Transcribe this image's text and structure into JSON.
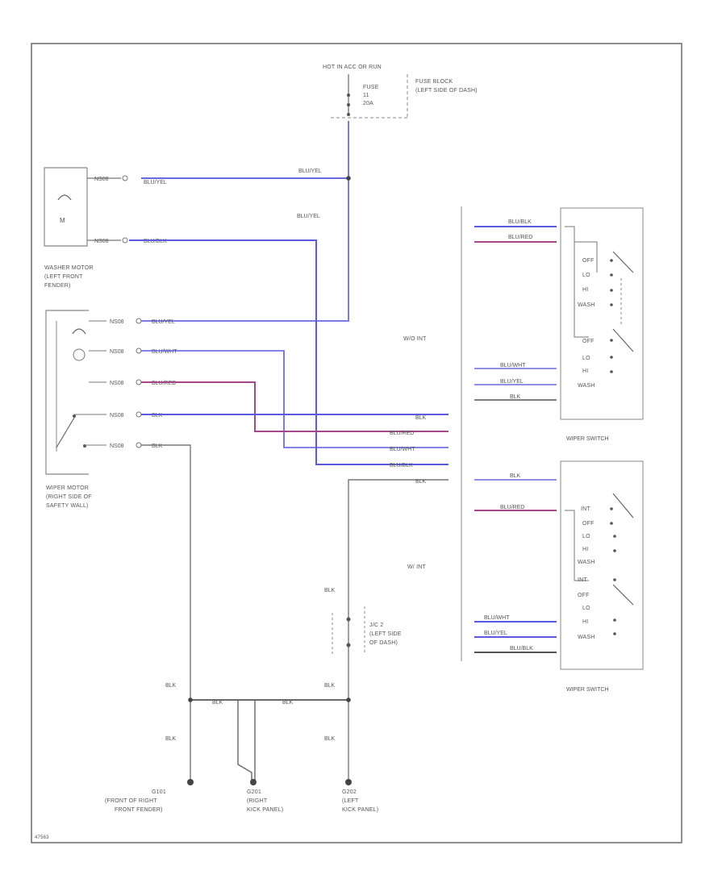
{
  "colors": {
    "blue_wire": "#5a5ae0",
    "red_wire": "#b0477a",
    "black_wire": "#555555",
    "gray_wire": "#9a9a9a",
    "frame": "#6a6a6a"
  },
  "top": {
    "source": "HOT IN ACC OR RUN",
    "fuse_line1": "FUSE",
    "fuse_line2": "11",
    "fuse_line3": "20A",
    "fuse_block_line1": "FUSE BLOCK",
    "fuse_block_line2": "(LEFT SIDE OF DASH)"
  },
  "washer_motor": {
    "label_line1": "WASHER MOTOR",
    "label_line2": "(LEFT FRONT",
    "label_line3": "FENDER)",
    "wire1": "BLU/YEL",
    "wire2": "BLU/BLK",
    "conn1": "NS08",
    "conn2": "NS08"
  },
  "center_wire_label": "BLU/YEL",
  "wiper_motor": {
    "label_line1": "WIPER MOTOR",
    "label_line2": "(RIGHT SIDE OF",
    "label_line3": "SAFETY WALL)",
    "wires": [
      "BLU/YEL",
      "BLU/WHT",
      "BLU/RED",
      "BLK",
      "BLK"
    ],
    "conn": "NS08"
  },
  "bus_labels": [
    "BLK",
    "BLU/RED",
    "BLU/WHT",
    "BLU/BLK",
    "BLK"
  ],
  "switch_top": {
    "model_label": "W/O INT",
    "title": "WIPER SWITCH",
    "wires_top": [
      "BLU/BLK",
      "BLU/RED"
    ],
    "wires_bottom": [
      "BLU/WHT",
      "BLU/YEL",
      "BLK"
    ],
    "pos_upper": [
      "OFF",
      "LO",
      "HI",
      "WASH"
    ],
    "pos_lower": [
      "OFF",
      "LO",
      "HI",
      "WASH"
    ]
  },
  "switch_bottom": {
    "model_label": "W/ INT",
    "title": "WIPER SWITCH",
    "wires_top": [
      "BLK",
      "BLU/RED"
    ],
    "wires_bottom": [
      "BLU/WHT",
      "BLU/YEL",
      "BLU/BLK"
    ],
    "pos_upper": [
      "INT",
      "OFF",
      "LO",
      "HI",
      "WASH"
    ],
    "pos_lower": [
      "INT",
      "OFF",
      "LO",
      "HI",
      "WASH"
    ]
  },
  "jc": {
    "label_line1": "J/C 2",
    "label_line2": "(LEFT SIDE",
    "label_line3": "OF DASH)",
    "wire_top": "BLK"
  },
  "ground": {
    "wires": [
      "BLK",
      "BLK",
      "BLK",
      "BLK",
      "BLK",
      "BLK"
    ],
    "g101_line1": "G101",
    "g101_line2": "(FRONT OF RIGHT",
    "g101_line3": "FRONT FENDER)",
    "g201_line1": "G201",
    "g201_line2": "(RIGHT",
    "g201_line3": "KICK PANEL)",
    "g202_line1": "G202",
    "g202_line2": "(LEFT",
    "g202_line3": "KICK PANEL)"
  },
  "figure_id": "47563"
}
